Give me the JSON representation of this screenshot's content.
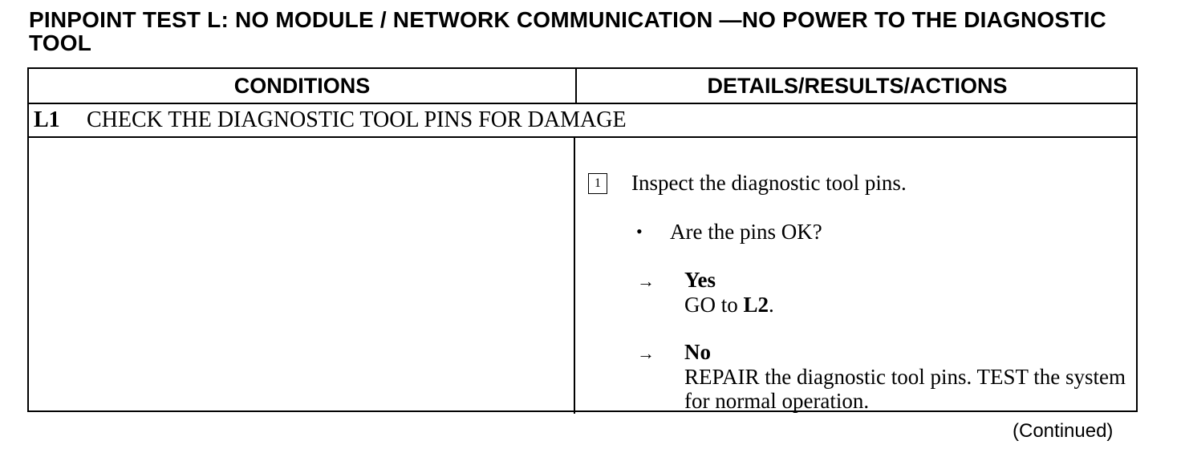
{
  "title": "PINPOINT TEST L: NO MODULE / NETWORK COMMUNICATION —NO POWER TO THE DIAGNOSTIC TOOL",
  "table": {
    "col_conditions": "CONDITIONS",
    "col_details": "DETAILS/RESULTS/ACTIONS",
    "step": {
      "id": "L1",
      "heading": "CHECK THE DIAGNOSTIC TOOL PINS FOR DAMAGE"
    },
    "action": {
      "number": "1",
      "instruction": "Inspect the diagnostic tool pins."
    },
    "question": {
      "bullet": "•",
      "text": "Are the pins OK?"
    },
    "answers": [
      {
        "arrow": "→",
        "label": "Yes",
        "text_prefix": "GO to ",
        "text_bold": "L2",
        "text_suffix": "."
      },
      {
        "arrow": "→",
        "label": "No",
        "text": "REPAIR the diagnostic tool pins. TEST the system for normal operation."
      }
    ]
  },
  "continued": "(Continued)"
}
